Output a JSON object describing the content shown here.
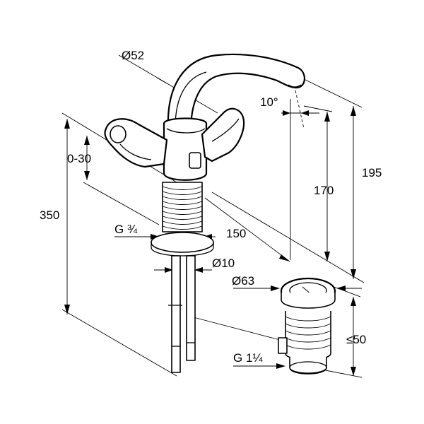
{
  "dimensions": {
    "d52": "Ø52",
    "angle": "10°",
    "range": "0-30",
    "h195": "195",
    "h170": "170",
    "h350": "350",
    "g34": "G ¾",
    "l150": "150",
    "d10": "Ø10",
    "d63": "Ø63",
    "le50": "≤50",
    "g114": "G 1¼"
  }
}
